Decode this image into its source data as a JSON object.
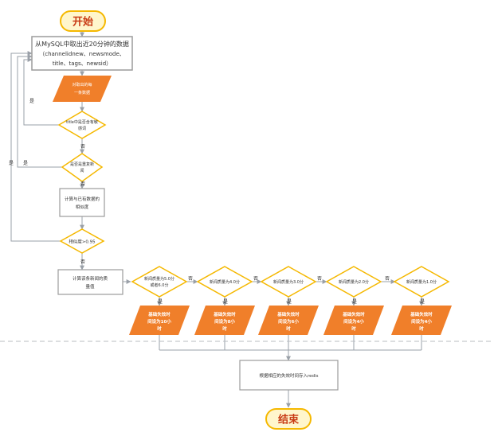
{
  "nodes": {
    "start": "开始",
    "end": "结束",
    "fetch": {
      "line1": "从MySQL中取出近20分钟的数据",
      "line2": "（channelidnew、newsmode、",
      "line3": "title、tags、newsid）"
    },
    "each": {
      "line1": "对取出的每",
      "line2": "一条数据"
    },
    "title_check": {
      "line1": "title中是否含有敏",
      "line2": "感词"
    },
    "duplicate_check": {
      "line1": "是否是重复新",
      "line2": "闻"
    },
    "similarity": {
      "line1": "计算与已有数据的",
      "line2": "相似度"
    },
    "similarity_check": "相似度>0.95",
    "quality": {
      "line1": "计算该条新闻的质",
      "line2": "量值"
    },
    "q1": {
      "line1": "新闻质量为5.0分",
      "line2": "或者6.0分"
    },
    "q2": "新闻质量为4.0分",
    "q3": "新闻质量为3.0分",
    "q4": "新闻质量为2.0分",
    "q5": "新闻质量为1.0分",
    "out1": {
      "line1": "基础失效时",
      "line2": "间设为10小",
      "line3": "时"
    },
    "out2": {
      "line1": "基础失效时",
      "line2": "间设为8小",
      "line3": "时"
    },
    "out3": {
      "line1": "基础失效时",
      "line2": "间设为6小",
      "line3": "时"
    },
    "out4": {
      "line1": "基础失效时",
      "line2": "间设为4小",
      "line3": "时"
    },
    "out5": {
      "line1": "基础失效时",
      "line2": "间设为4小",
      "line3": "时"
    },
    "store": "根据相应的失效时间存入redis"
  },
  "labels": {
    "yes": "是",
    "no": "否"
  },
  "colors": {
    "orange": "#f07f2a",
    "yellow_stroke": "#f5b800",
    "terminal_fill": "#fff6cc",
    "terminal_text": "#c83a14",
    "line": "#9aa0a8",
    "box_stroke": "#9b9b9b"
  }
}
